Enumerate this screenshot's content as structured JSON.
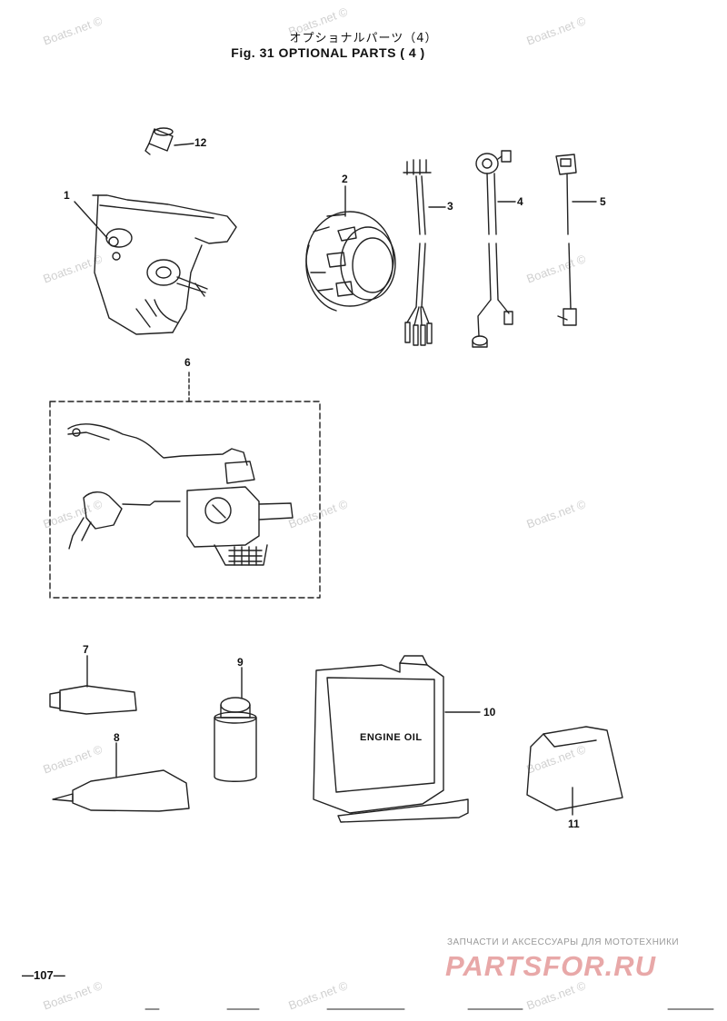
{
  "header": {
    "title_jp": "オプショナルパーツ（4）",
    "title_en": "Fig. 31   OPTIONAL PARTS ( 4 )"
  },
  "callouts": [
    "12",
    "1",
    "2",
    "3",
    "4",
    "5",
    "6",
    "7",
    "8",
    "9",
    "10",
    "11"
  ],
  "jug_label": "ENGINE OIL",
  "footer": {
    "page_number": "—107—",
    "brand_tagline": "ЗАПЧАСТИ И АКСЕССУАРЫ ДЛЯ МОТОТЕХНИКИ",
    "brand_logo": "PARTSFOR.RU"
  },
  "watermark": "Boats.net ©",
  "colors": {
    "line": "#222222",
    "watermark": "#d0d0d0",
    "brand": "#e8a8a8"
  }
}
